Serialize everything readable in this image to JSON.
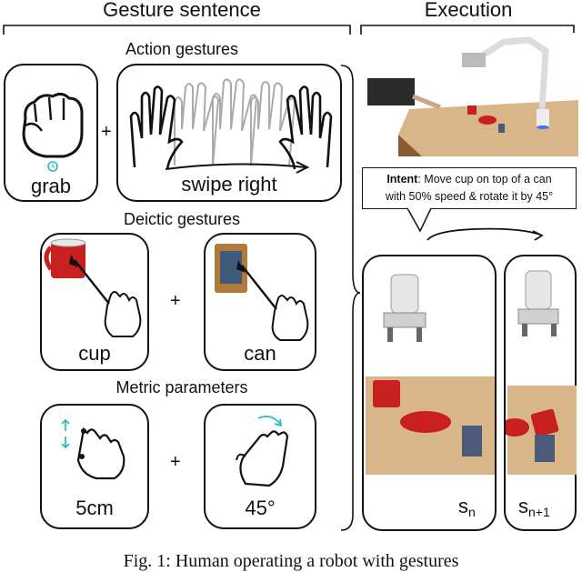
{
  "headers": {
    "gesture_sentence": "Gesture sentence",
    "execution": "Execution"
  },
  "sections": {
    "action": "Action gestures",
    "deictic": "Deictic gestures",
    "metric": "Metric parameters"
  },
  "labels": {
    "grab": "grab",
    "swipe_right": "swipe right",
    "cup": "cup",
    "can": "can",
    "distance": "5cm",
    "angle": "45°"
  },
  "plus": "+",
  "intent": {
    "bold": "Intent",
    "line1_rest": ": Move cup on top of a can",
    "line2": "with 50% speed & rotate it by 45°"
  },
  "states": {
    "s": "s",
    "n": "n",
    "n_plus_1": "n+1"
  },
  "caption": "Fig. 1: Human operating a robot with gestures",
  "colors": {
    "accent": "#2bbdbd",
    "cup_red": "#c8201e",
    "table": "#d9b58a"
  }
}
